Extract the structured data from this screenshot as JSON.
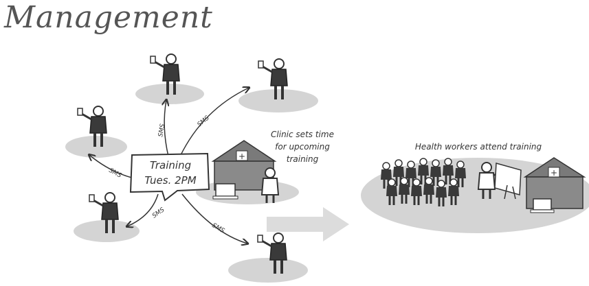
{
  "title": "Management",
  "bubble": {
    "line1": "Training",
    "line2": "Tues. 2PM"
  },
  "caption_clinic": [
    "Clinic sets time",
    "for upcoming",
    "training"
  ],
  "caption_attend": "Health workers attend training",
  "sms_label": "SMS",
  "colors": {
    "ink": "#333333",
    "shadow": "#d4d4d4",
    "brick": "#8a8a8a",
    "arrow": "#dcdcdc"
  },
  "icons": [
    "clinic-building",
    "person-with-phone",
    "doctor",
    "laptop",
    "whiteboard",
    "trainer",
    "big-arrow"
  ]
}
